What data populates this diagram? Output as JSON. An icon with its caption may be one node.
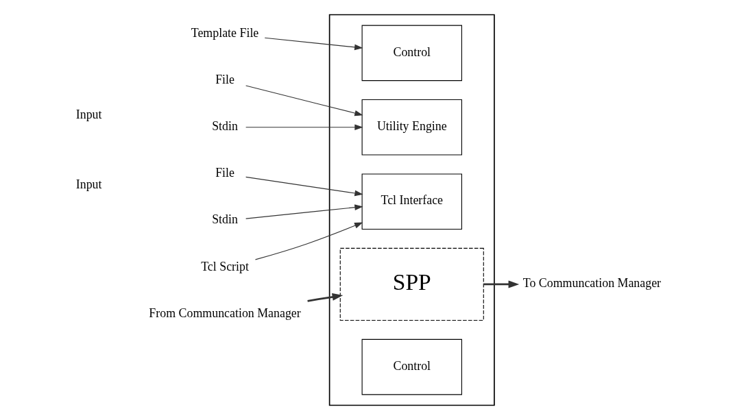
{
  "diagram": {
    "nodes": [
      {
        "text": [],
        "shape": "box"
      },
      {
        "text": [
          "Utility Engine"
        ],
        "in": 0
      },
      {
        "text": [
          "Control"
        ],
        "in": 0
      },
      {
        "text": [
          "SPP"
        ],
        "in": 0
      },
      {
        "text": [
          "Tcl Interface"
        ],
        "in": 0
      },
      {
        "text": [
          "Control"
        ],
        "in": 0
      },
      {
        "text": [
          "Template File"
        ]
      },
      {
        "text": [
          "File"
        ]
      },
      {
        "text": [
          "Stdin"
        ]
      },
      {
        "text": [
          "File"
        ]
      },
      {
        "text": [
          "Stdin"
        ]
      },
      {
        "text": [
          "Tcl Script"
        ]
      },
      {
        "text": [
          "To Communcation Manager"
        ]
      },
      {
        "text": [
          "From Communcation Manager"
        ]
      }
    ],
    "edges": [
      {
        "from": 6,
        "to": 2,
        "arrow": "to"
      },
      {
        "from": 7,
        "to": 1,
        "arrow": "to"
      },
      {
        "from": 8,
        "to": 1,
        "arrow": "to"
      },
      {
        "from": 9,
        "to": 4,
        "arrow": "to"
      },
      {
        "from": 10,
        "to": 4,
        "arrow": "to"
      },
      {
        "from": 11,
        "to": 4,
        "arrow": "to"
      },
      {
        "from": 3,
        "to": 12,
        "arrow": "to",
        "style": "thick"
      },
      {
        "from": 13,
        "to": 3,
        "arrow": "to",
        "style": "thick"
      }
    ],
    "labels": [
      "Input",
      "Input"
    ]
  }
}
